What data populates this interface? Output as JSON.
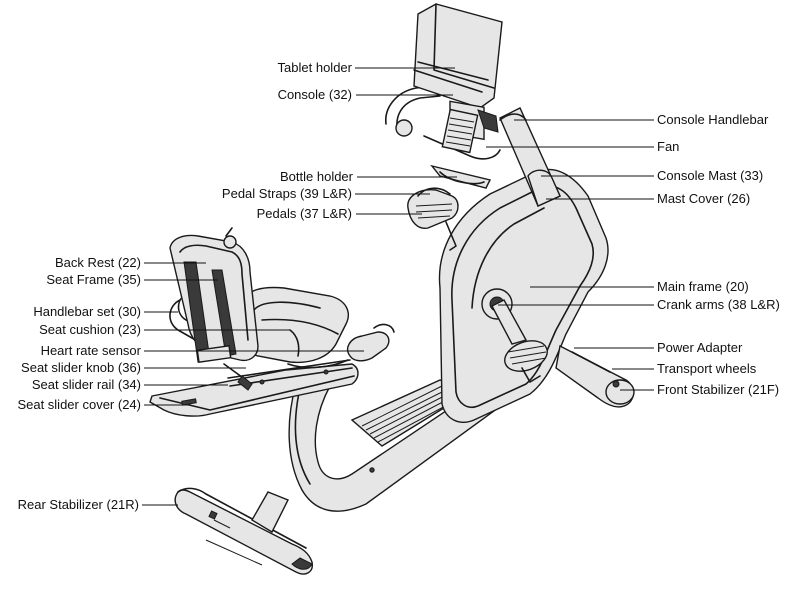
{
  "labels": {
    "tablet_holder": "Tablet holder",
    "console": "Console (32)",
    "bottle_holder": "Bottle holder",
    "pedal_straps": "Pedal Straps (39 L&R)",
    "pedals": "Pedals (37 L&R)",
    "back_rest": "Back Rest (22)",
    "seat_frame": "Seat Frame (35)",
    "handlebar_set": "Handlebar set (30)",
    "seat_cushion": "Seat cushion (23)",
    "heart_rate_sensor": "Heart rate sensor",
    "seat_slider_knob": "Seat slider knob (36)",
    "seat_slider_rail": "Seat slider rail (34)",
    "seat_slider_cover": "Seat slider cover (24)",
    "rear_stabilizer": "Rear Stabilizer (21R)",
    "console_handlebar": "Console Handlebar",
    "fan": "Fan",
    "console_mast": "Console Mast (33)",
    "mast_cover": "Mast Cover (26)",
    "main_frame": "Main frame (20)",
    "crank_arms": "Crank arms (38 L&R)",
    "power_adapter": "Power Adapter",
    "transport_wheels": "Transport wheels",
    "front_stabilizer": "Front Stabilizer (21F)"
  }
}
